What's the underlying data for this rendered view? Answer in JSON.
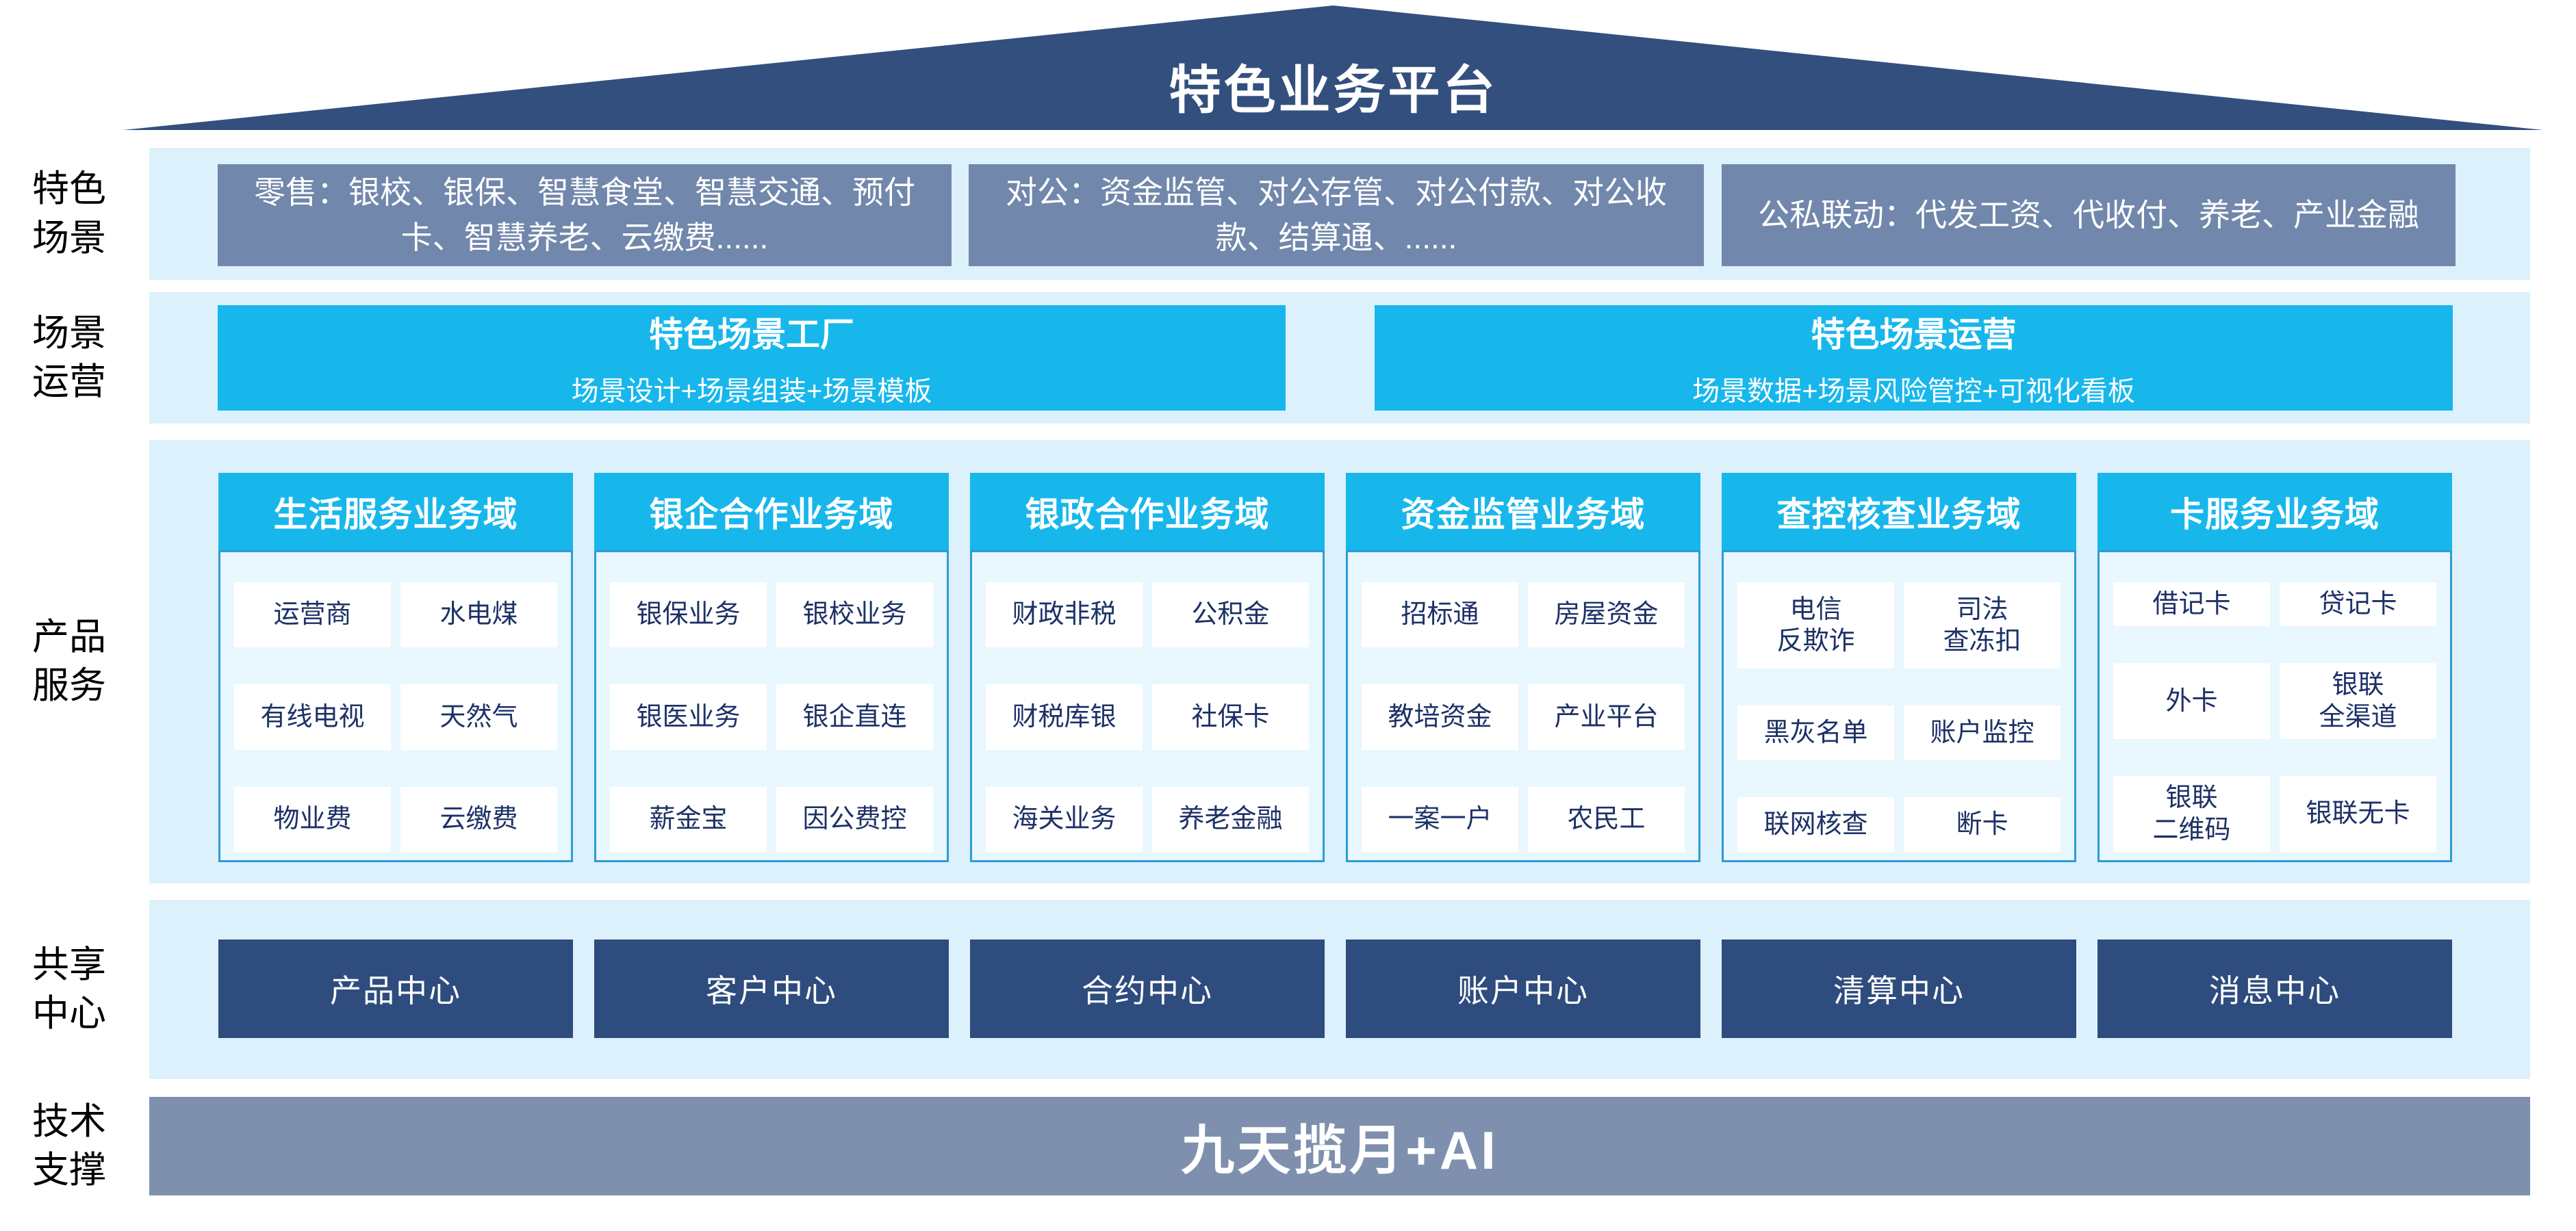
{
  "title": "特色业务平台",
  "colors": {
    "roof": "#324F7E",
    "scene-gray": "#7187AB",
    "cyan": "#17B7EC",
    "band": "#DCF1FC",
    "panel": "#E9F7FE",
    "panel-border": "#2E9BD6",
    "cell-text": "#1D3166",
    "center-navy": "#2E4C7D",
    "tech-gray": "#7E90AE"
  },
  "rows": {
    "scenes": {
      "label": "特色\n场景",
      "boxes": [
        "零售：银校、银保、智慧食堂、智慧交通、预付卡、智慧养老、云缴费......",
        "对公：资金监管、对公存管、对公付款、对公收款、结算通、......",
        "公私联动：代发工资、代收付、养老、产业金融"
      ]
    },
    "operations": {
      "label": "场景\n运营",
      "boxes": [
        {
          "title": "特色场景工厂",
          "subtitle": "场景设计+场景组装+场景模板"
        },
        {
          "title": "特色场景运营",
          "subtitle": "场景数据+场景风险管控+可视化看板"
        }
      ]
    },
    "products": {
      "label": "产品\n服务",
      "columns": [
        {
          "header": "生活服务业务域",
          "items": [
            "运营商",
            "水电煤",
            "有线电视",
            "天然气",
            "物业费",
            "云缴费"
          ]
        },
        {
          "header": "银企合作业务域",
          "items": [
            "银保业务",
            "银校业务",
            "银医业务",
            "银企直连",
            "薪金宝",
            "因公费控"
          ]
        },
        {
          "header": "银政合作业务域",
          "items": [
            "财政非税",
            "公积金",
            "财税库银",
            "社保卡",
            "海关业务",
            "养老金融"
          ]
        },
        {
          "header": "资金监管业务域",
          "items": [
            "招标通",
            "房屋资金",
            "教培资金",
            "产业平台",
            "一案一户",
            "农民工"
          ]
        },
        {
          "header": "查控核查业务域",
          "items": [
            "电信\n反欺诈",
            "司法\n查冻扣",
            "黑灰名单",
            "账户监控",
            "联网核查",
            "断卡"
          ]
        },
        {
          "header": "卡服务业务域",
          "items": [
            "借记卡",
            "贷记卡",
            "外卡",
            "银联\n全渠道",
            "银联\n二维码",
            "银联无卡"
          ]
        }
      ]
    },
    "centers": {
      "label": "共享\n中心",
      "boxes": [
        "产品中心",
        "客户中心",
        "合约中心",
        "账户中心",
        "清算中心",
        "消息中心"
      ]
    },
    "tech": {
      "label": "技术\n支撑",
      "box": "九天揽月+AI"
    }
  }
}
